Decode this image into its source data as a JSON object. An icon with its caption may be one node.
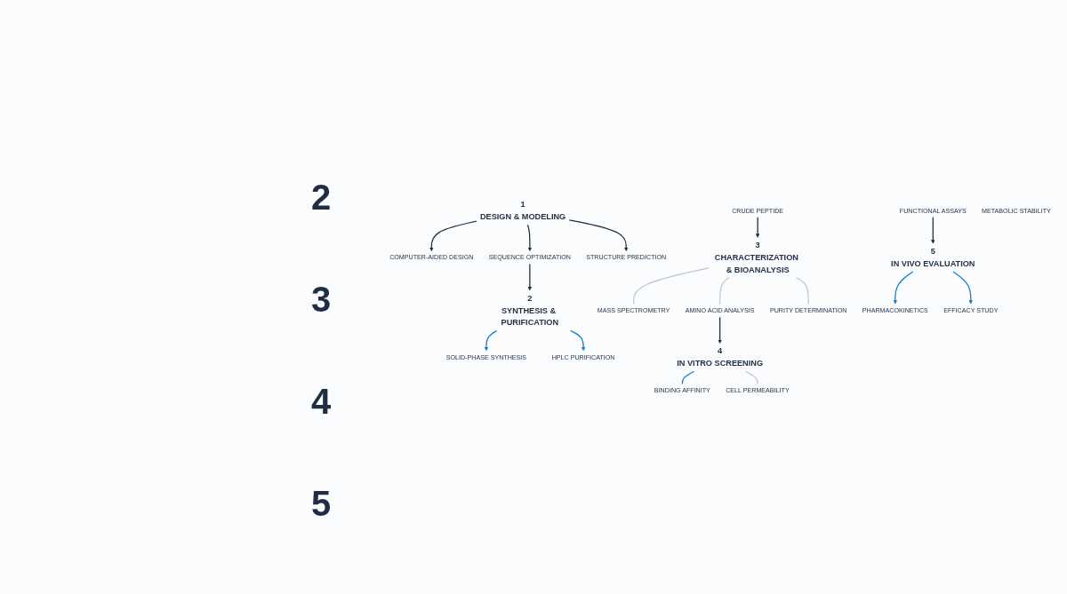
{
  "diagram": {
    "nodes": [
      {
        "text": [
          "1",
          "DESIGN & MODELING"
        ]
      },
      {
        "text": [
          "COMPUTER-AIDED DESIGN"
        ]
      },
      {
        "text": [
          "SEQUENCE OPTIMIZATION"
        ]
      },
      {
        "text": [
          "STRUCTURE PREDICTION"
        ]
      },
      {
        "text": [
          "2",
          "SYNTHESIS & PURIFICATION"
        ]
      },
      {
        "text": [
          "SOLID-PHASE SYNTHESIS"
        ]
      },
      {
        "text": [
          "CRUDE PEPTIDE"
        ]
      },
      {
        "text": [
          "HPLC PURIFICATION"
        ]
      },
      {
        "text": [
          "3",
          "CHARACTERIZATION & BIOANALYSIS"
        ]
      },
      {
        "text": [
          "MASS SPECTROMETRY"
        ]
      },
      {
        "text": [
          "AMINO ACID ANALYSIS"
        ]
      },
      {
        "text": [
          "PURITY DETERMINATION"
        ]
      },
      {
        "text": [
          "4",
          "IN VITRO SCREENING"
        ]
      },
      {
        "text": [
          "BINDING AFFINITY"
        ]
      },
      {
        "text": [
          "FUNCTIONAL ASSAYS"
        ]
      },
      {
        "text": [
          "CELL PERMEABILITY"
        ]
      },
      {
        "text": [
          "5",
          "IN VIVO EVALUATION"
        ]
      },
      {
        "text": [
          "PHARMACOKINETICS"
        ]
      },
      {
        "text": [
          "METABOLIC STABILITY"
        ]
      },
      {
        "text": [
          "EFFICACY STUDY"
        ]
      }
    ],
    "edges": [
      {
        "from": 0,
        "to": 1,
        "arrow": "to"
      },
      {
        "from": 0,
        "to": 2,
        "arrow": "to"
      },
      {
        "from": 0,
        "to": 3,
        "arrow": "to"
      },
      {
        "from": 2,
        "to": 4,
        "arrow": "to"
      },
      {
        "from": 4,
        "to": 5,
        "arrow": "to",
        "color": "#1a7cc4"
      },
      {
        "from": 4,
        "to": 7,
        "arrow": "to",
        "color": "#1a7cc4"
      },
      {
        "from": 6,
        "to": 8,
        "arrow": "to"
      },
      {
        "from": 8,
        "to": 9,
        "arrow": "none",
        "color": "#c3c7cc"
      },
      {
        "from": 8,
        "to": 10,
        "arrow": "none",
        "color": "#c3c7cc"
      },
      {
        "from": 8,
        "to": 11,
        "arrow": "none",
        "color": "#c3c7cc"
      },
      {
        "from": 10,
        "to": 12,
        "arrow": "to"
      },
      {
        "from": 12,
        "to": 13,
        "arrow": "none",
        "color": "#1a7cc4"
      },
      {
        "from": 12,
        "to": 15,
        "arrow": "none",
        "color": "#c3c7cc"
      },
      {
        "from": 14,
        "to": 16,
        "arrow": "to"
      },
      {
        "from": 16,
        "to": 17,
        "arrow": "to",
        "color": "#1a7cc4"
      },
      {
        "from": 16,
        "to": 19,
        "arrow": "to",
        "color": "#1a7cc4"
      }
    ],
    "labels": [
      "2",
      "3",
      "4",
      "5"
    ]
  }
}
